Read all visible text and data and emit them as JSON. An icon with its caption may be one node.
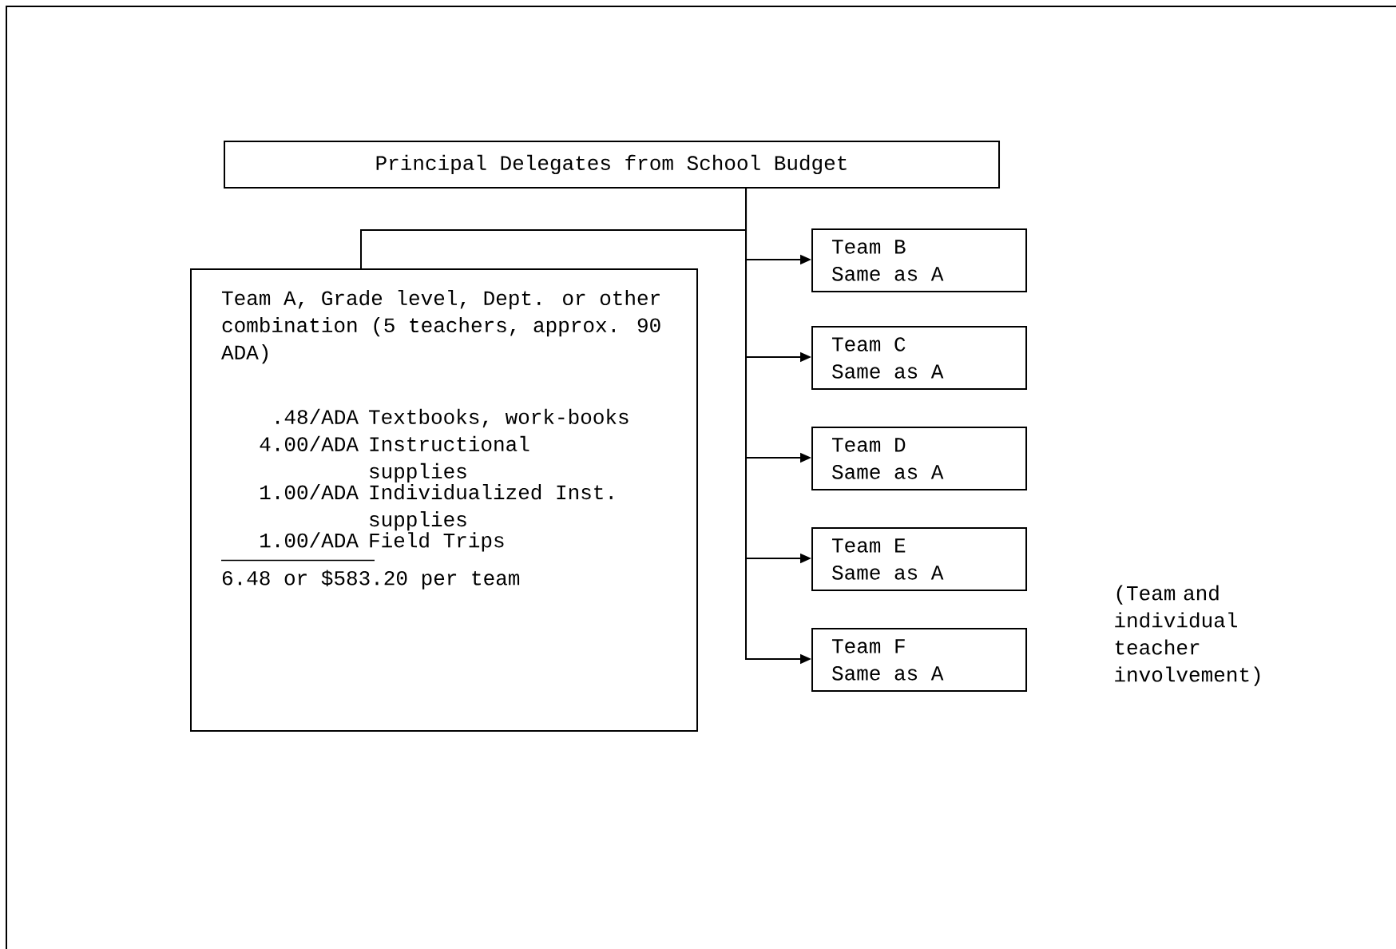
{
  "diagram": {
    "nodes": [
      {
        "text": [
          "Principal Delegates from School Budget"
        ]
      },
      {
        "text": [
          "Team A, Grade level, Dept. or other combination (5 teachers, approx. 90 ADA)",
          ".48/ADA",
          "Textbooks, work-books",
          "4.00/ADA",
          "Instructional supplies",
          "1.00/ADA",
          "Individualized Inst. supplies",
          "1.00/ADA",
          "Field Trips",
          "6.48 or $583.20 per team"
        ]
      },
      {
        "text": [
          "Team B",
          "Same as A"
        ]
      },
      {
        "text": [
          "Team C",
          "Same as A"
        ]
      },
      {
        "text": [
          "Team D",
          "Same as A"
        ]
      },
      {
        "text": [
          "Team E",
          "Same as A"
        ]
      },
      {
        "text": [
          "Team F",
          "Same as A"
        ]
      }
    ],
    "edges": [
      {
        "from": 0,
        "to": 1,
        "arrow": "none"
      },
      {
        "from": 0,
        "to": 2,
        "arrow": "to"
      },
      {
        "from": 0,
        "to": 3,
        "arrow": "to"
      },
      {
        "from": 0,
        "to": 4,
        "arrow": "to"
      },
      {
        "from": 0,
        "to": 5,
        "arrow": "to"
      },
      {
        "from": 0,
        "to": 6,
        "arrow": "to"
      }
    ],
    "labels": [
      "(Team and individual teacher involvement)"
    ]
  }
}
